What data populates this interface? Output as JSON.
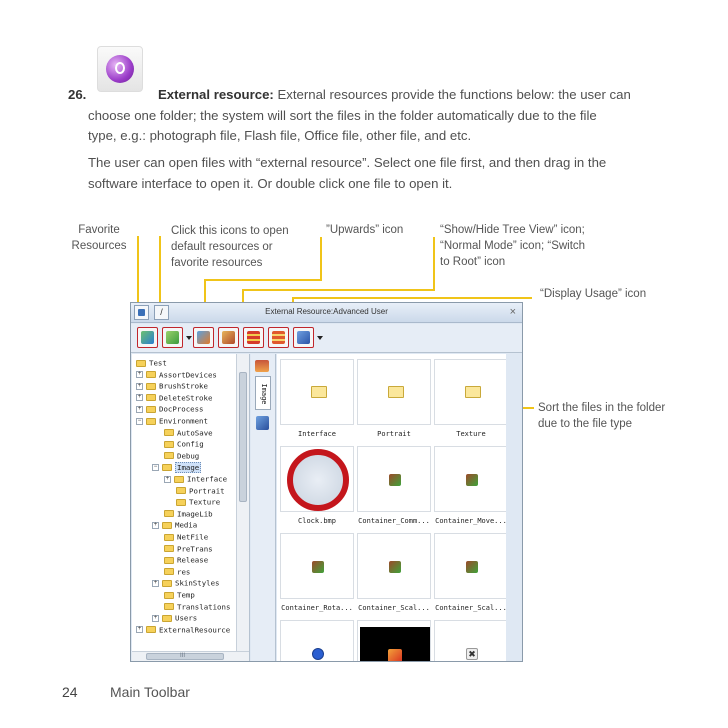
{
  "section": {
    "number": "26.",
    "heading": "External resource:",
    "para1_rest": " External resources provide the functions below: the user can",
    "para1_line2": "choose one folder; the system will sort the files in the folder automatically due to the file",
    "para1_line3": "type, e.g.: photograph file, Flash file, Office file, other file, and etc.",
    "para2_line1": "The user can open files with “external resource”. Select one file first, and then drag in the",
    "para2_line2": "software interface to open it. Or double click one file to open it."
  },
  "callouts": {
    "favorite_1": "Favorite",
    "favorite_2": "Resources",
    "click_1": "Click this icons to open",
    "click_2": "default resources or",
    "click_3": "favorite resources",
    "upwards": "”Upwards” icon",
    "show_1": "“Show/Hide Tree View” icon;",
    "show_2": "“Normal Mode” icon; “Switch",
    "show_3": "to Root” icon",
    "display": "“Display Usage” icon",
    "sort_1": "Sort the files in the folder",
    "sort_2": "due to the file type"
  },
  "window": {
    "title": "External Resource:Advanced User",
    "close_glyph": "×",
    "side_tab_label": "Image",
    "hscroll_label": "III"
  },
  "tree": [
    {
      "label": "Test",
      "exp": "",
      "level": 0
    },
    {
      "label": "AssortDevices",
      "exp": "+",
      "level": 1
    },
    {
      "label": "BrushStroke",
      "exp": "+",
      "level": 1
    },
    {
      "label": "DeleteStroke",
      "exp": "+",
      "level": 1
    },
    {
      "label": "DocProcess",
      "exp": "+",
      "level": 1
    },
    {
      "label": "Environment",
      "exp": "−",
      "level": 1
    },
    {
      "label": "AutoSave",
      "exp": "",
      "level": 2
    },
    {
      "label": "Config",
      "exp": "",
      "level": 2
    },
    {
      "label": "Debug",
      "exp": "",
      "level": 2
    },
    {
      "label": "Image",
      "exp": "−",
      "level": 2,
      "selected": true
    },
    {
      "label": "Interface",
      "exp": "+",
      "level": 3
    },
    {
      "label": "Portrait",
      "exp": "",
      "level": 3
    },
    {
      "label": "Texture",
      "exp": "",
      "level": 3
    },
    {
      "label": "ImageLib",
      "exp": "",
      "level": 2
    },
    {
      "label": "Media",
      "exp": "+",
      "level": 2
    },
    {
      "label": "NetFile",
      "exp": "",
      "level": 2
    },
    {
      "label": "PreTrans",
      "exp": "",
      "level": 2
    },
    {
      "label": "Release",
      "exp": "",
      "level": 2
    },
    {
      "label": "res",
      "exp": "",
      "level": 2
    },
    {
      "label": "SkinStyles",
      "exp": "+",
      "level": 2
    },
    {
      "label": "Temp",
      "exp": "",
      "level": 2
    },
    {
      "label": "Translations",
      "exp": "",
      "level": 2
    },
    {
      "label": "Users",
      "exp": "+",
      "level": 2
    },
    {
      "label": "ExternalResource",
      "exp": "+",
      "level": 1
    }
  ],
  "grid": [
    {
      "label": "Interface",
      "kind": "folder"
    },
    {
      "label": "Portrait",
      "kind": "folder"
    },
    {
      "label": "Texture",
      "kind": "folder"
    },
    {
      "label": "Clock.bmp",
      "kind": "clock"
    },
    {
      "label": "Container_Comm...",
      "kind": "green"
    },
    {
      "label": "Container_Move...",
      "kind": "green"
    },
    {
      "label": "Container_Rota...",
      "kind": "green"
    },
    {
      "label": "Container_Scal...",
      "kind": "green"
    },
    {
      "label": "Container_Scal...",
      "kind": "green"
    },
    {
      "label": "",
      "kind": "check"
    },
    {
      "label": "",
      "kind": "dark"
    },
    {
      "label": "",
      "kind": "x"
    }
  ],
  "footer": {
    "page_number": "24",
    "chapter": "Main Toolbar"
  },
  "colors": {
    "callout_line": "#f0c419",
    "toolbar_highlight": "#c0262c",
    "title_bar": "#d7e3f1"
  }
}
